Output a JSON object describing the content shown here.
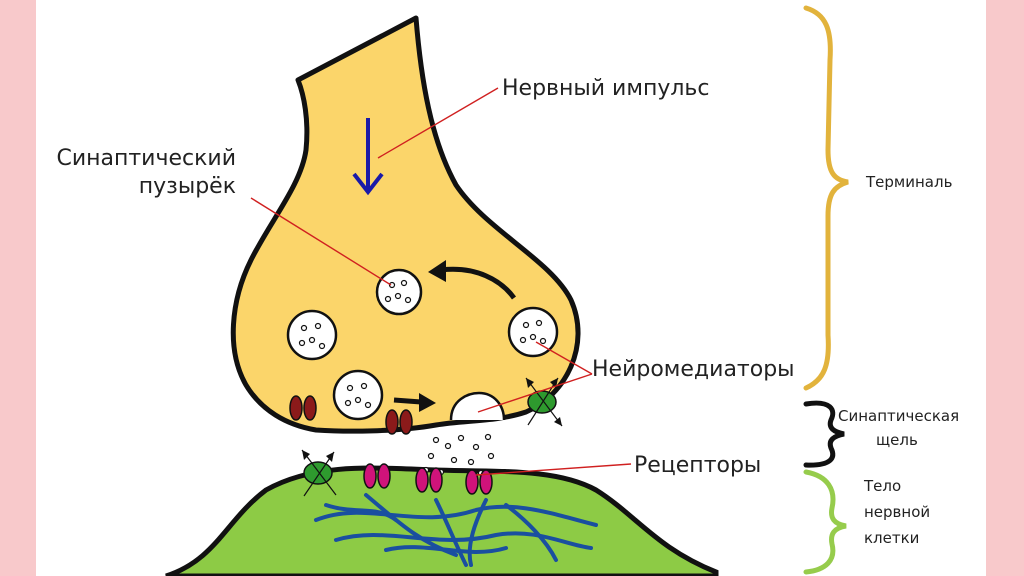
{
  "labels": {
    "impulse": "Нервный импульс",
    "vesicle_line1": "Синаптический",
    "vesicle_line2": "пузырёк",
    "neurotransmitters": "Нейромедиаторы",
    "receptors": "Рецепторы"
  },
  "brackets": {
    "terminal": "Терминаль",
    "cleft_line1": "Синаптическая",
    "cleft_line2": "щель",
    "body_line1": "Тело",
    "body_line2": "нервной",
    "body_line3": "клетки"
  },
  "colors": {
    "terminal_fill": "#fbd56a",
    "cell_fill": "#8dcb45",
    "impulse_arrow": "#1a1aa8",
    "pointer_line": "#d02020",
    "bracket_terminal": "#e2b33c",
    "bracket_cleft": "#111111",
    "bracket_body": "#96cc4c",
    "receptor": "#d0137a",
    "channel": "#8b1a1a",
    "transporter": "#2e9a2e",
    "fiber": "#1a4fa0",
    "frame_border": "#f8c9cb"
  }
}
